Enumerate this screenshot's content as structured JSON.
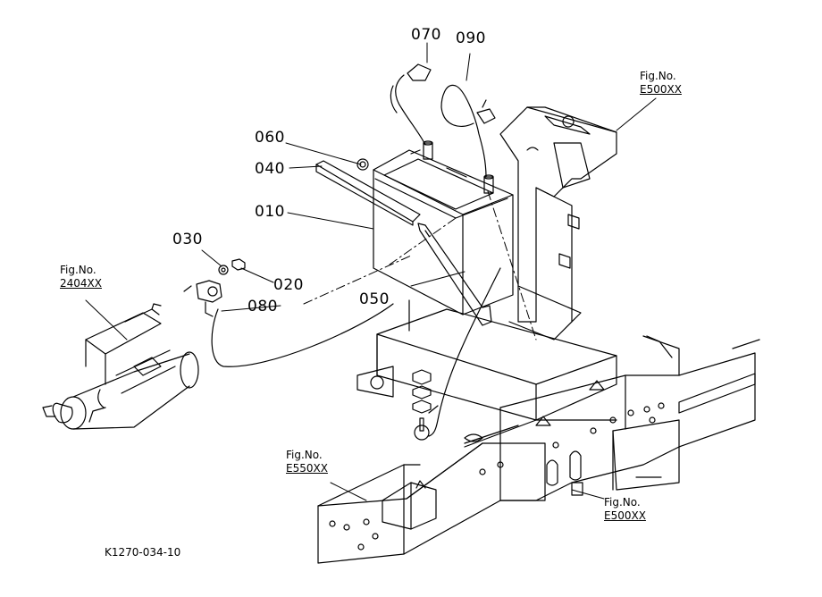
{
  "part_numbers": [
    "070",
    "090",
    "060",
    "040",
    "010",
    "030",
    "020",
    "080",
    "050"
  ],
  "figure_references": [
    {
      "title": "Fig.No.",
      "number": "E500XX"
    },
    {
      "title": "Fig.No.",
      "number": "2404XX"
    },
    {
      "title": "Fig.No.",
      "number": "E550XX"
    },
    {
      "title": "Fig.No.",
      "number": "E500XX"
    }
  ],
  "drawing_code": "K1270-034-10"
}
